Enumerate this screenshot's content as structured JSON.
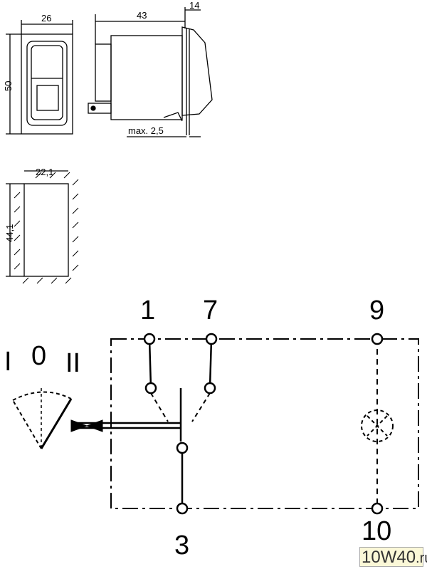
{
  "dimensions": {
    "front_width": "26",
    "side_depth": "43",
    "rocker_depth": "14",
    "height": "50",
    "panel_thickness": "max. 2,5",
    "cutout_width": "22,1",
    "cutout_height": "44,1"
  },
  "schematic": {
    "terminals": [
      "1",
      "7",
      "9",
      "3",
      "10"
    ],
    "positions": [
      "I",
      "0",
      "II"
    ]
  },
  "watermark": "10W40.ru",
  "colors": {
    "line": "#000000",
    "background": "#ffffff",
    "watermark_bg": "#fbf8d8"
  }
}
